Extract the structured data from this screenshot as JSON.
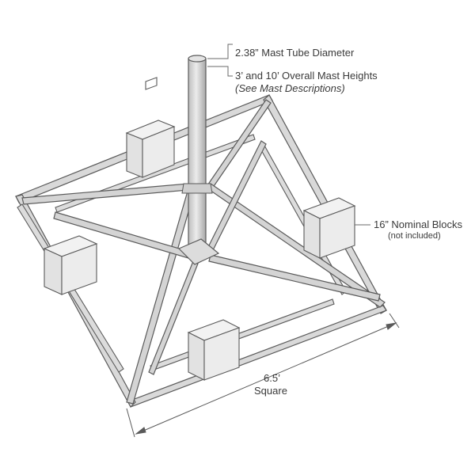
{
  "callouts": {
    "mast_diameter": "2.38” Mast Tube Diameter",
    "mast_heights": "3’ and 10’ Overall Mast Heights",
    "mast_heights_note": "(See Mast Descriptions)",
    "blocks": "16” Nominal Blocks",
    "blocks_note": "(not included)"
  },
  "dimension": {
    "size": "6.5’",
    "shape": "Square"
  },
  "colors": {
    "steel_fill": "#d6d6d6",
    "steel_stroke": "#5a5a5a",
    "block_fill": "#ececec",
    "text": "#3a3a3a"
  }
}
